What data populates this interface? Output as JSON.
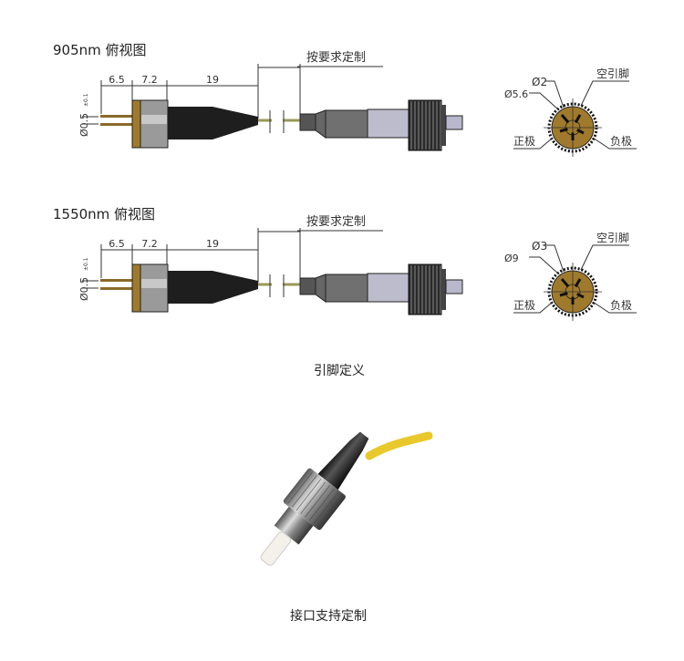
{
  "sections": [
    {
      "title": "905nm 俯视图",
      "custom_length_label": "按要求定制",
      "dims": [
        "6.5",
        "7.2",
        "19"
      ],
      "pin_diameter": "Ø0.5",
      "pin_tolerance": "±0.1",
      "pinout": {
        "inner_d": "Ø2",
        "outer_d": "Ø5.6",
        "nc_pin": "空引脚",
        "positive": "正极",
        "negative": "负极"
      }
    },
    {
      "title": "1550nm 俯视图",
      "custom_length_label": "按要求定制",
      "dims": [
        "6.5",
        "7.2",
        "19"
      ],
      "pin_diameter": "Ø0.5",
      "pin_tolerance": "±0.1",
      "pinout": {
        "inner_d": "Ø3",
        "outer_d": "Ø9",
        "nc_pin": "空引脚",
        "positive": "正极",
        "negative": "负极"
      }
    }
  ],
  "pin_definition_caption": "引脚定义",
  "interface_caption": "接口支持定制",
  "colors": {
    "gold": "#a07a2c",
    "body": "#1e1e1e",
    "fiber_yellow": "#f2d43a"
  }
}
